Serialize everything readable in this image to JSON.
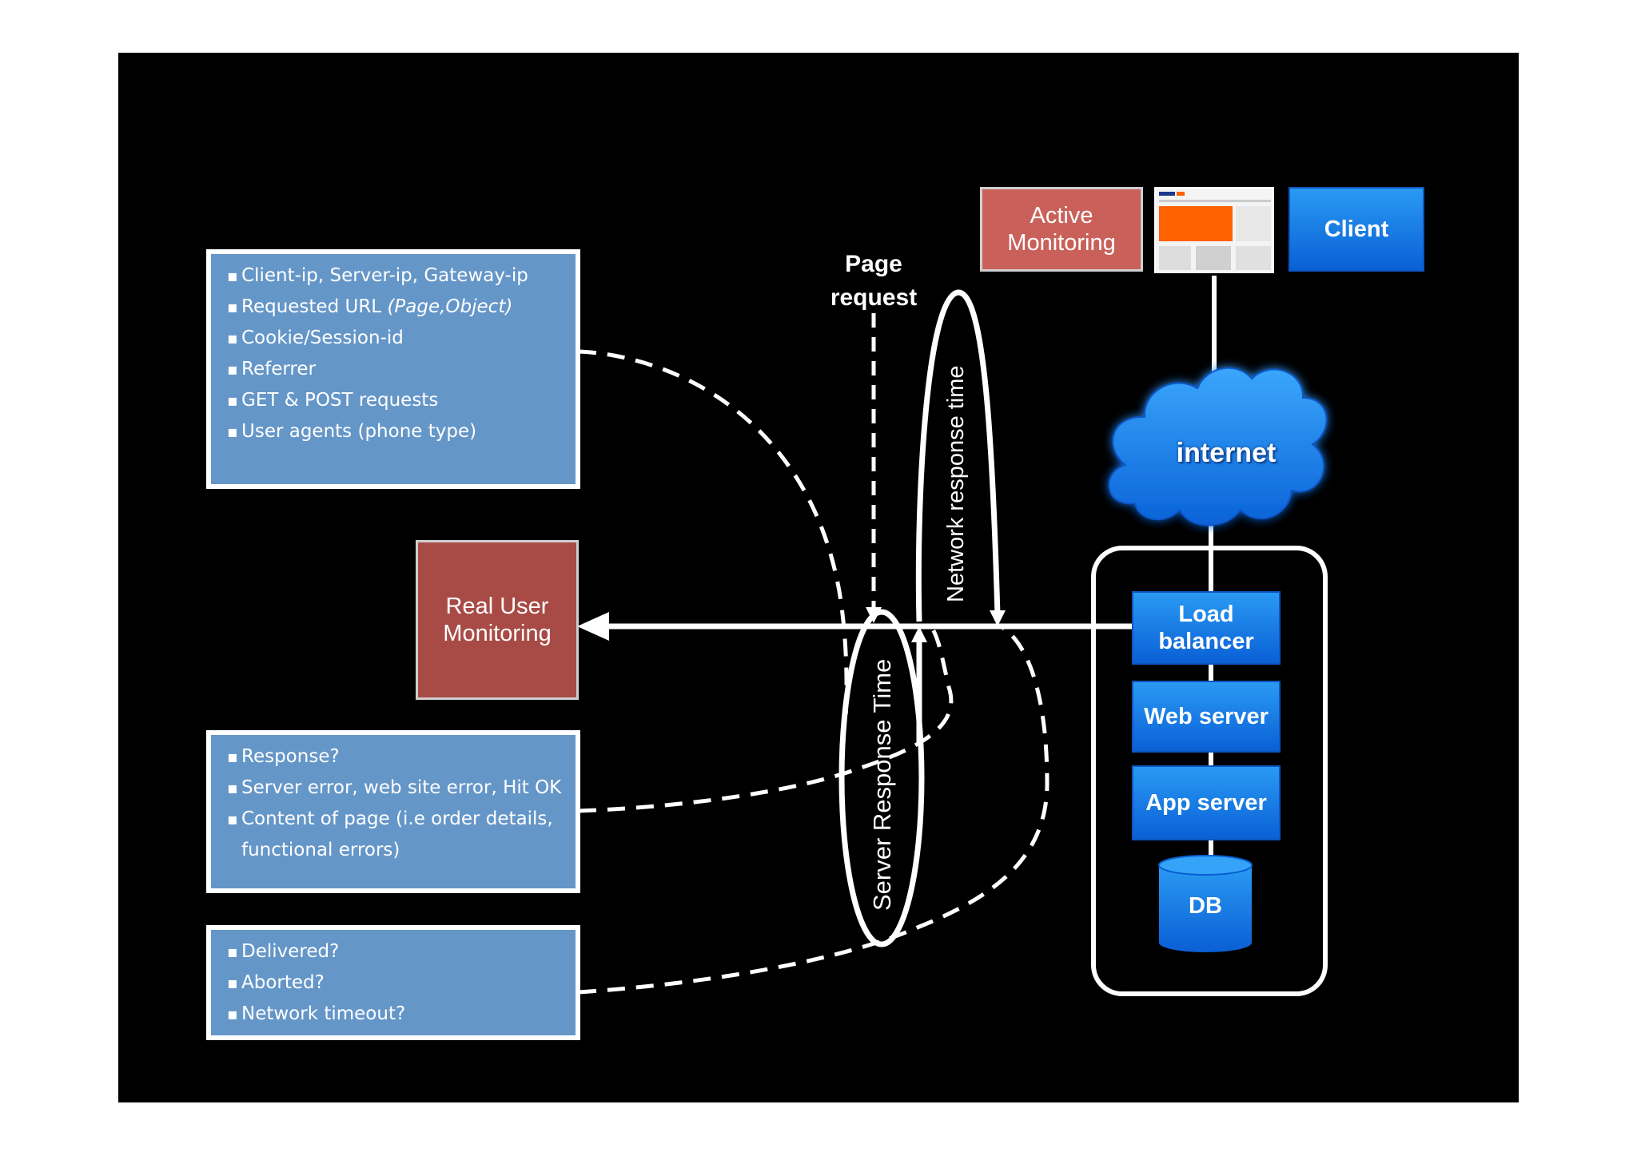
{
  "info_boxes": {
    "request_fields": [
      {
        "text": "Client-ip, Server-ip, Gateway-ip",
        "italic": ""
      },
      {
        "text": "Requested URL ",
        "italic": "(Page,Object)"
      },
      {
        "text": "Cookie/Session-id",
        "italic": ""
      },
      {
        "text": "Referrer",
        "italic": ""
      },
      {
        "text": "GET & POST requests",
        "italic": ""
      },
      {
        "text": "User agents (phone type)",
        "italic": ""
      }
    ],
    "response_fields": [
      "Response?",
      "Server error, web site error, Hit OK",
      "Content of page (i.e order details,",
      "functional errors)"
    ],
    "delivery_fields": [
      "Delivered?",
      "Aborted?",
      "Network timeout?"
    ]
  },
  "boxes": {
    "real_user_monitoring": "Real User Monitoring",
    "active_monitoring": "Active Monitoring",
    "client": "Client",
    "load_balancer": "Load balancer",
    "web_server": "Web server",
    "app_server": "App server",
    "db": "DB",
    "internet": "internet"
  },
  "labels": {
    "page_request": "Page request",
    "network_response_time": "Network response time",
    "server_response_time": "Server Response Time"
  },
  "colors": {
    "slide_background": "#000000",
    "info_box_fill": "#6596c8",
    "monitoring_box_fill": "#a84b46",
    "active_monitoring_fill": "#c9615a",
    "server_box_fill": "#1b7fe8",
    "cloud_fill": "#1a86ee",
    "line_color": "#ffffff"
  },
  "icons": [
    "internet-cloud-icon",
    "database-cylinder-icon",
    "website-thumbnail-icon",
    "arrowhead-icon"
  ]
}
